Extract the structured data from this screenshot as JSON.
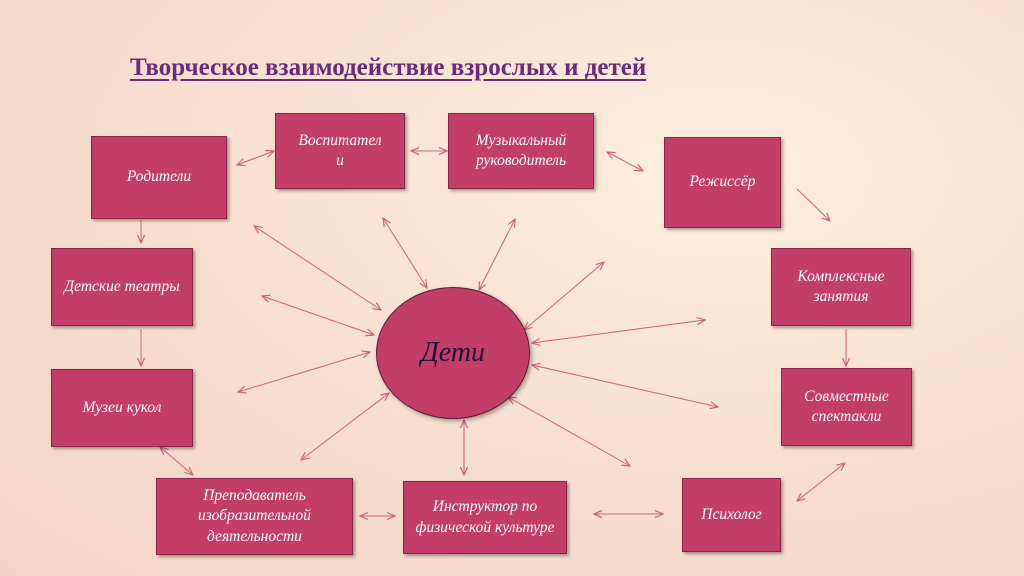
{
  "title": "Творческое взаимодействие взрослых и детей",
  "center": "Дети",
  "nodes": {
    "roditeli": "Родители",
    "vospitateli": "Воспитател\nи",
    "muz_ruk": "Музыкальный руководитель",
    "rezhisser": "Режиссёр",
    "detskie_teatry": "Детские театры",
    "kompleksnye": "Комплексные занятия",
    "muzei_kukol": "Музеи кукол",
    "sovmestnye": "Совместные спектакли",
    "prepodavatel": "Преподаватель изобразительной деятельности",
    "instruktor": "Инструктор по физической культуре",
    "psiholog": "Психолог"
  },
  "colors": {
    "node_fill": "#c23d67",
    "title": "#6a2c7a",
    "arrow": "#d0607d"
  }
}
